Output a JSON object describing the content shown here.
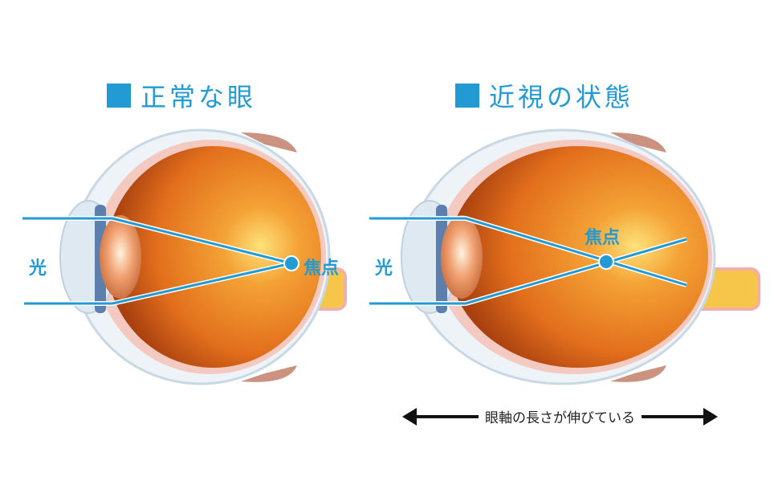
{
  "normal_eye": {
    "title": "正常な眼",
    "light_label": "光",
    "focus_label": "焦点"
  },
  "myopia_eye": {
    "title": "近視の状態",
    "light_label": "光",
    "focus_label": "焦点",
    "axis_label": "眼軸の長さが伸びている"
  },
  "colors": {
    "accent": "#229ad3",
    "globe": "#e8771f",
    "sclera": "#f3c9c0"
  }
}
